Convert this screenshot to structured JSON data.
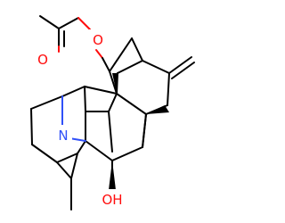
{
  "molecule": {
    "atoms": {
      "O_ester": "O",
      "O_carbonyl": "O",
      "N": "N",
      "OH": "OH"
    },
    "colors": {
      "bond": "#000000",
      "oxygen": "#ff0d0d",
      "nitrogen": "#3050f8"
    }
  }
}
